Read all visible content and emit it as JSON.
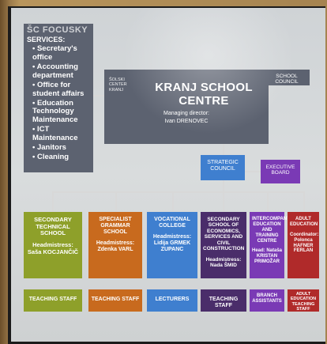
{
  "brand": "ŠC FOCUSKY",
  "services": {
    "header": "SERVICES:",
    "items": [
      "Secretary's office",
      "Accounting department",
      "Office for student affairs",
      "Education Technology Maintenance",
      "ICT Maintenance",
      "Janitors",
      "Cleaning"
    ]
  },
  "main": {
    "logo": "ŠOLSKI CENTER KRANJ",
    "title": "KRANJ SCHOOL CENTRE",
    "role": "Managing director:",
    "name": "Ivan DRENOVEC"
  },
  "school_council": "SCHOOL COUNCIL",
  "strategic_council": "STRATEGIC COUNCIL",
  "executive_board": "EXECUTIVE BOARD",
  "units": [
    {
      "name": "SECONDARY TECHNICAL SCHOOL",
      "head": "Headmistress: Saša KOCJANČIČ",
      "staff": "TEACHING STAFF"
    },
    {
      "name": "SPECIALIST GRAMMAR SCHOOL",
      "head": "Headmistress: Zdenka VARL",
      "staff": "TEACHING STAFF"
    },
    {
      "name": "VOCATIONAL COLLEGE",
      "head": "Headmistress: Lidija GRMEK ZUPANC",
      "staff": "LECTURERS"
    },
    {
      "name": "SECONDARY SCHOOL OF ECONOMICS, SERVICES AND CIVIL CONSTRUCTION",
      "head": "Headmistress: Nada ŠMID",
      "staff": "TEACHING STAFF"
    },
    {
      "name": "INTERCOMPANY EDUCATION AND TRAINING CENTRE",
      "head": "Head: Nataša KRISTAN PRIMOŽAR",
      "staff": "BRANCH ASSISTANTS"
    },
    {
      "name": "ADULT EDUCATION",
      "head": "Coordinator: Polonca HAFNER FERLAN",
      "staff": "ADULT EDUCATION TEACHING STAFF"
    }
  ]
}
